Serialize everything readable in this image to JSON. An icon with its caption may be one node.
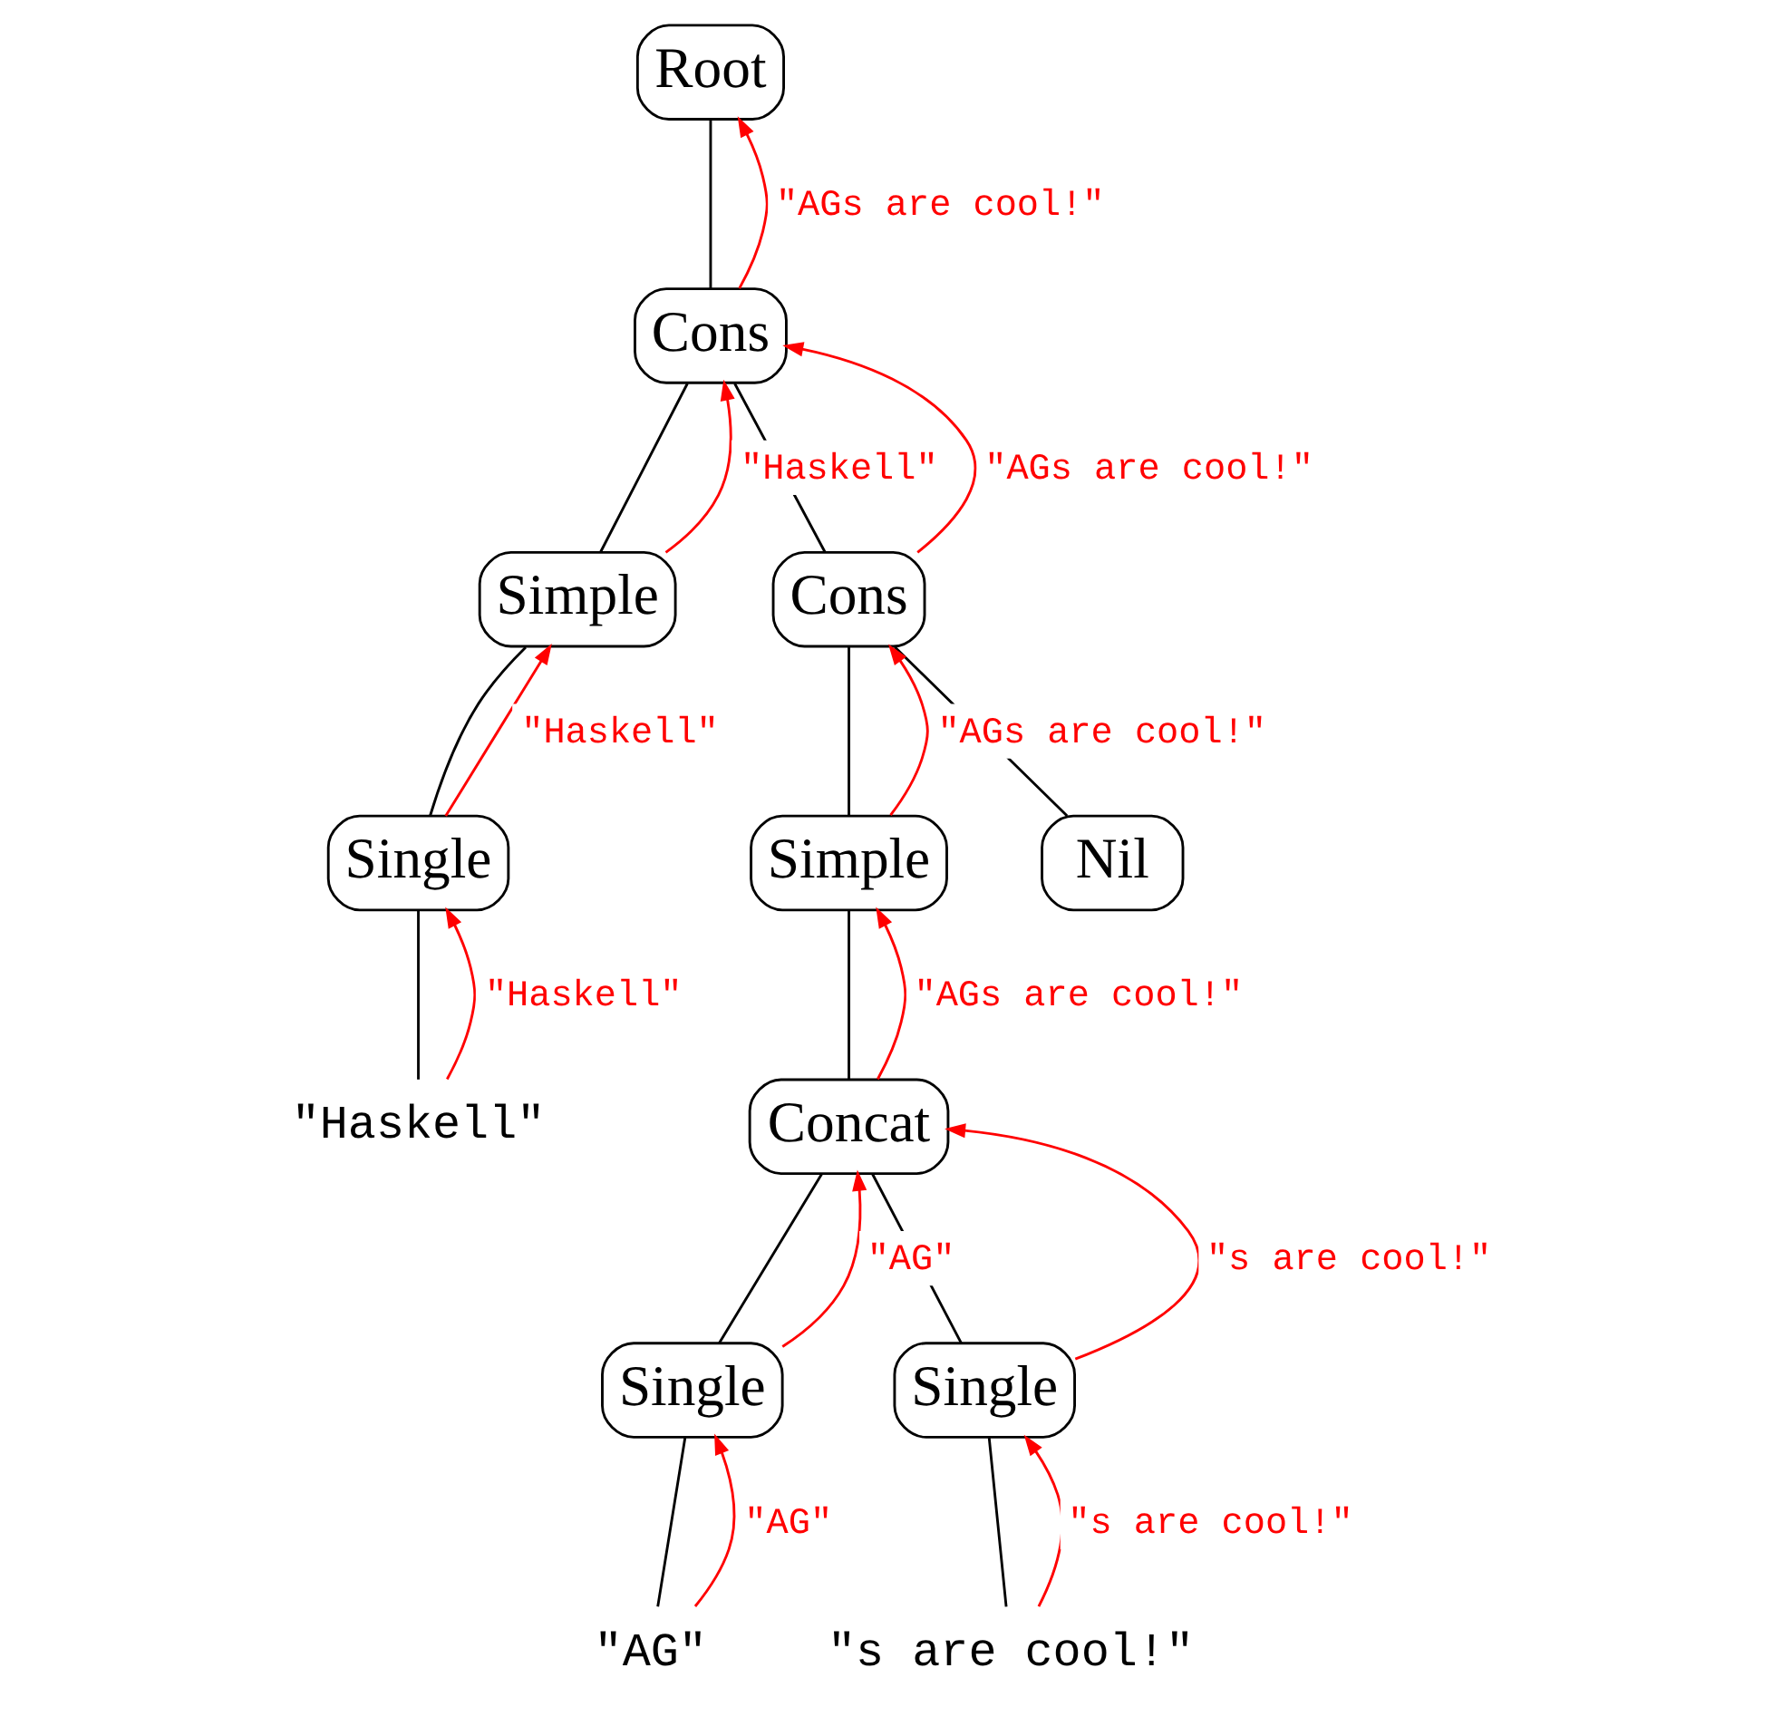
{
  "diagram": {
    "nodes": [
      {
        "text": [
          "Root"
        ]
      },
      {
        "text": [
          "Cons"
        ]
      },
      {
        "text": [
          "Simple"
        ]
      },
      {
        "text": [
          "Cons"
        ]
      },
      {
        "text": [
          "Single"
        ]
      },
      {
        "text": [
          "Simple"
        ]
      },
      {
        "text": [
          "Nil"
        ]
      },
      {
        "text": [
          "\"Haskell\""
        ]
      },
      {
        "text": [
          "Concat"
        ]
      },
      {
        "text": [
          "Single"
        ]
      },
      {
        "text": [
          "Single"
        ]
      },
      {
        "text": [
          "\"AG\""
        ]
      },
      {
        "text": [
          "\"s are cool!\""
        ]
      }
    ],
    "edges": [
      {
        "from": 0,
        "to": 1,
        "arrow": "none"
      },
      {
        "from": 1,
        "to": 2,
        "arrow": "none"
      },
      {
        "from": 1,
        "to": 3,
        "arrow": "none"
      },
      {
        "from": 2,
        "to": 4,
        "arrow": "none"
      },
      {
        "from": 3,
        "to": 5,
        "arrow": "none"
      },
      {
        "from": 3,
        "to": 6,
        "arrow": "none"
      },
      {
        "from": 4,
        "to": 7,
        "arrow": "none"
      },
      {
        "from": 5,
        "to": 8,
        "arrow": "none"
      },
      {
        "from": 8,
        "to": 9,
        "arrow": "none"
      },
      {
        "from": 8,
        "to": 10,
        "arrow": "none"
      },
      {
        "from": 9,
        "to": 11,
        "arrow": "none"
      },
      {
        "from": 10,
        "to": 12,
        "arrow": "none"
      },
      {
        "from": 1,
        "to": 0,
        "arrow": "to",
        "label": "\"AGs are cool!\"",
        "color": "#ff0000"
      },
      {
        "from": 2,
        "to": 1,
        "arrow": "to",
        "label": "\"Haskell\"",
        "color": "#ff0000"
      },
      {
        "from": 3,
        "to": 1,
        "arrow": "to",
        "label": "\"AGs are cool!\"",
        "color": "#ff0000"
      },
      {
        "from": 4,
        "to": 2,
        "arrow": "to",
        "label": "\"Haskell\"",
        "color": "#ff0000"
      },
      {
        "from": 5,
        "to": 3,
        "arrow": "to",
        "label": "\"AGs are cool!\"",
        "color": "#ff0000"
      },
      {
        "from": 7,
        "to": 4,
        "arrow": "to",
        "label": "\"Haskell\"",
        "color": "#ff0000"
      },
      {
        "from": 8,
        "to": 5,
        "arrow": "to",
        "label": "\"AGs are cool!\"",
        "color": "#ff0000"
      },
      {
        "from": 9,
        "to": 8,
        "arrow": "to",
        "label": "\"AG\"",
        "color": "#ff0000"
      },
      {
        "from": 10,
        "to": 8,
        "arrow": "to",
        "label": "\"s are cool!\"",
        "color": "#ff0000"
      },
      {
        "from": 11,
        "to": 9,
        "arrow": "to",
        "label": "\"AG\"",
        "color": "#ff0000"
      },
      {
        "from": 12,
        "to": 10,
        "arrow": "to",
        "label": "\"s are cool!\"",
        "color": "#ff0000"
      }
    ]
  }
}
